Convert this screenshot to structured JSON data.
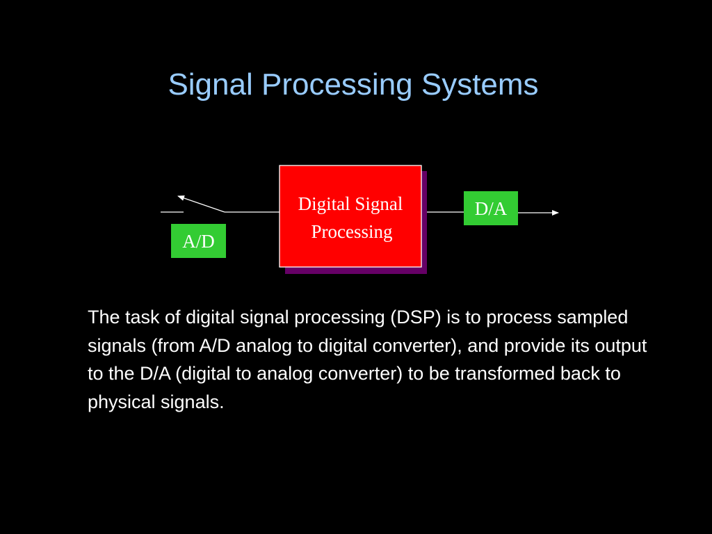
{
  "slide": {
    "title": "Signal Processing Systems",
    "body": "The task of digital signal processing (DSP) is to process sampled signals (from A/D analog to digital converter), and provide its output to the D/A (digital to analog converter) to be transformed back to physical signals."
  },
  "diagram": {
    "dsp_block": {
      "line1": "Digital Signal",
      "line2": "Processing",
      "fill": "#ff0000",
      "shadow": "#660066"
    },
    "adc_label": "A/D",
    "dac_label": "D/A",
    "converter_fill": "#33cc33",
    "line_color": "#ffffff"
  }
}
